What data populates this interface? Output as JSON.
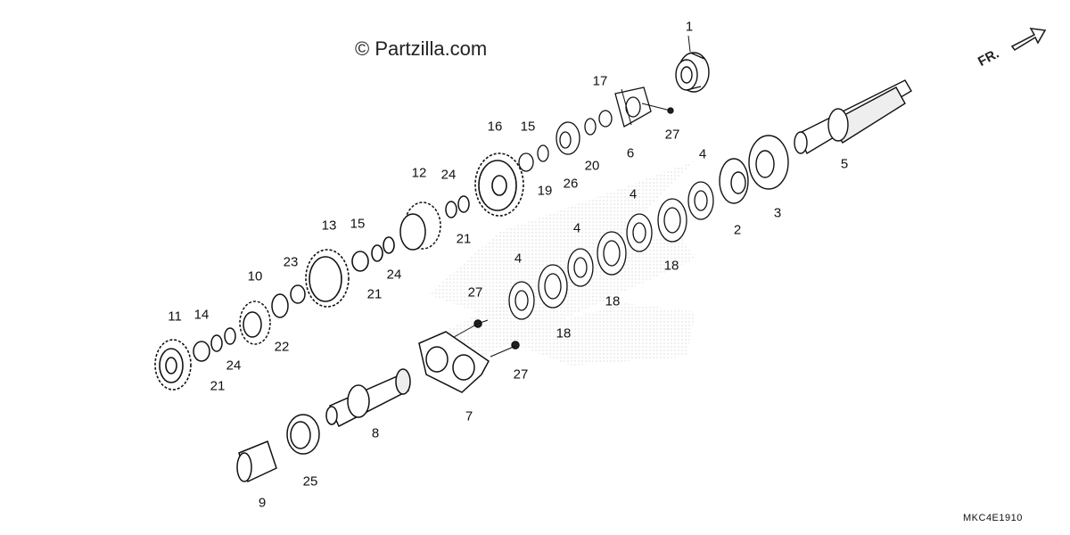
{
  "watermark": "© Partzilla.com",
  "direction_label": "FR.",
  "diagram_code": "MKC4E1910",
  "part_numbers": {
    "p1": "1",
    "p2": "2",
    "p3": "3",
    "p4a": "4",
    "p4b": "4",
    "p4c": "4",
    "p4d": "4",
    "p5": "5",
    "p6": "6",
    "p7": "7",
    "p8": "8",
    "p9": "9",
    "p10": "10",
    "p11": "11",
    "p12": "12",
    "p13": "13",
    "p14": "14",
    "p15a": "15",
    "p15b": "15",
    "p16": "16",
    "p17": "17",
    "p18a": "18",
    "p18b": "18",
    "p18c": "18",
    "p19": "19",
    "p20": "20",
    "p21a": "21",
    "p21b": "21",
    "p21c": "21",
    "p22": "22",
    "p23": "23",
    "p24a": "24",
    "p24b": "24",
    "p24c": "24",
    "p25": "25",
    "p26": "26",
    "p27a": "27",
    "p27b": "27",
    "p27c": "27"
  }
}
